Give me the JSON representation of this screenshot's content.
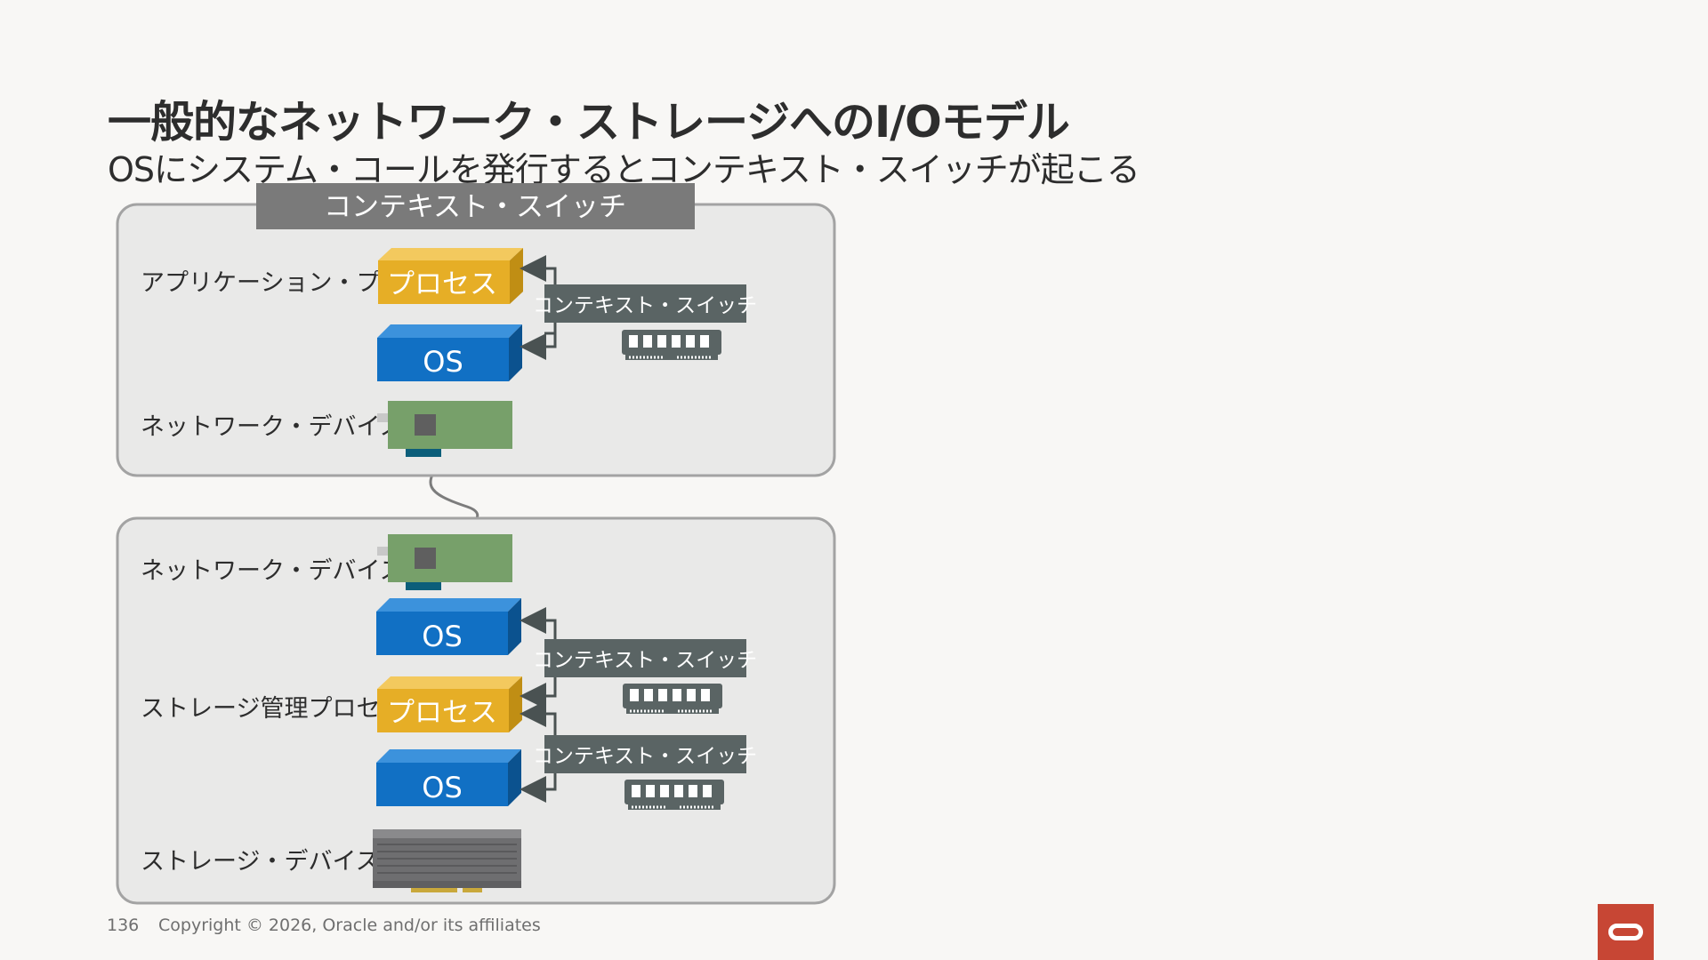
{
  "header": {
    "title": "一般的なネットワーク・ストレージへのI/Oモデル",
    "subtitle": "OSにシステム・コールを発行するとコンテキスト・スイッチが起こる"
  },
  "top_box": {
    "banner": "コンテキスト・スイッチ",
    "app_label": "アプリケーション・プロセス",
    "process_label": "プロセス",
    "os_label": "OS",
    "cs_label": "コンテキスト・スイッチ",
    "net_label": "ネットワーク・デバイス"
  },
  "bottom_box": {
    "net_label": "ネットワーク・デバイス",
    "os1_label": "OS",
    "cs1_label": "コンテキスト・スイッチ",
    "storage_proc_label": "ストレージ管理プロセス",
    "process_label": "プロセス",
    "cs2_label": "コンテキスト・スイッチ",
    "os2_label": "OS",
    "storage_device_label": "ストレージ・デバイス"
  },
  "footer": {
    "page_number": "136",
    "copyright": "Copyright © 2026, Oracle and/or its affiliates"
  },
  "colors": {
    "process": "#e6ae26",
    "os": "#1170c4",
    "context_switch_box": "#5a6464",
    "banner": "#7a7a7a",
    "nic": "#77a06a",
    "oracle_red": "#c74634"
  },
  "icons": {
    "memory": "memory-chip-icon",
    "nic": "network-card-icon",
    "ssd": "storage-card-icon"
  }
}
